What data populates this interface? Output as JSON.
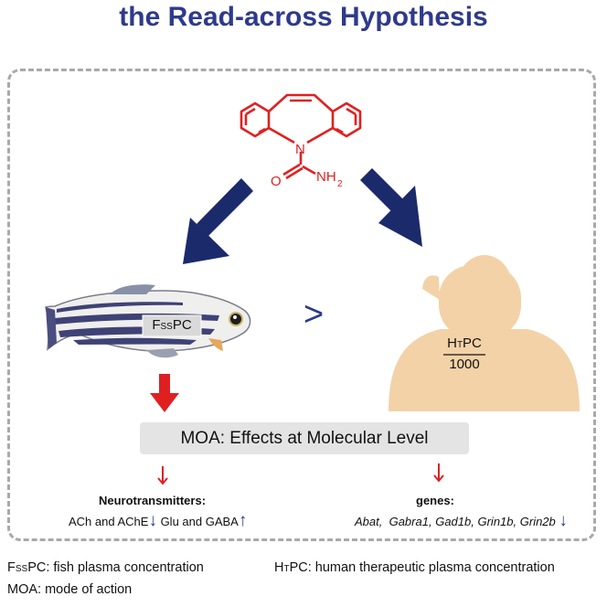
{
  "title": "the Read-across Hypothesis",
  "molecule": {
    "label_n": "N",
    "label_o": "O",
    "label_nh": "NH",
    "label_sub": "2"
  },
  "fish_label": {
    "main": "F",
    "sub": "SS",
    "rest": "PC"
  },
  "comparison_symbol": ">",
  "human_label": {
    "main": "H",
    "sub": "T",
    "rest": "PC",
    "denominator": "1000"
  },
  "moa_box": "MOA: Effects at Molecular Level",
  "neurotransmitters": {
    "heading": "Neurotransmitters:",
    "text1": "ACh and AChE",
    "symbol1": "↓",
    "text2": " Glu and GABA",
    "symbol2": "↑"
  },
  "genes": {
    "heading": "genes:",
    "list": [
      "Abat",
      "Gabra1",
      "Gad1b",
      "Grin1b",
      "Grin2b"
    ],
    "symbol": "↓"
  },
  "footnotes": {
    "fsspc": {
      "main": "F",
      "sub": "SS",
      "rest": "PC: fish plasma concentration"
    },
    "htpc": {
      "main": "H",
      "sub": "T",
      "rest": "PC: human therapeutic plasma concentration"
    },
    "moa": "MOA: mode of action"
  },
  "colors": {
    "title": "#2e3a8c",
    "arrow": "#1b2a6b",
    "molecule": "#e02020",
    "red_arrow": "#e02020",
    "skin": "#f3d2a8"
  }
}
